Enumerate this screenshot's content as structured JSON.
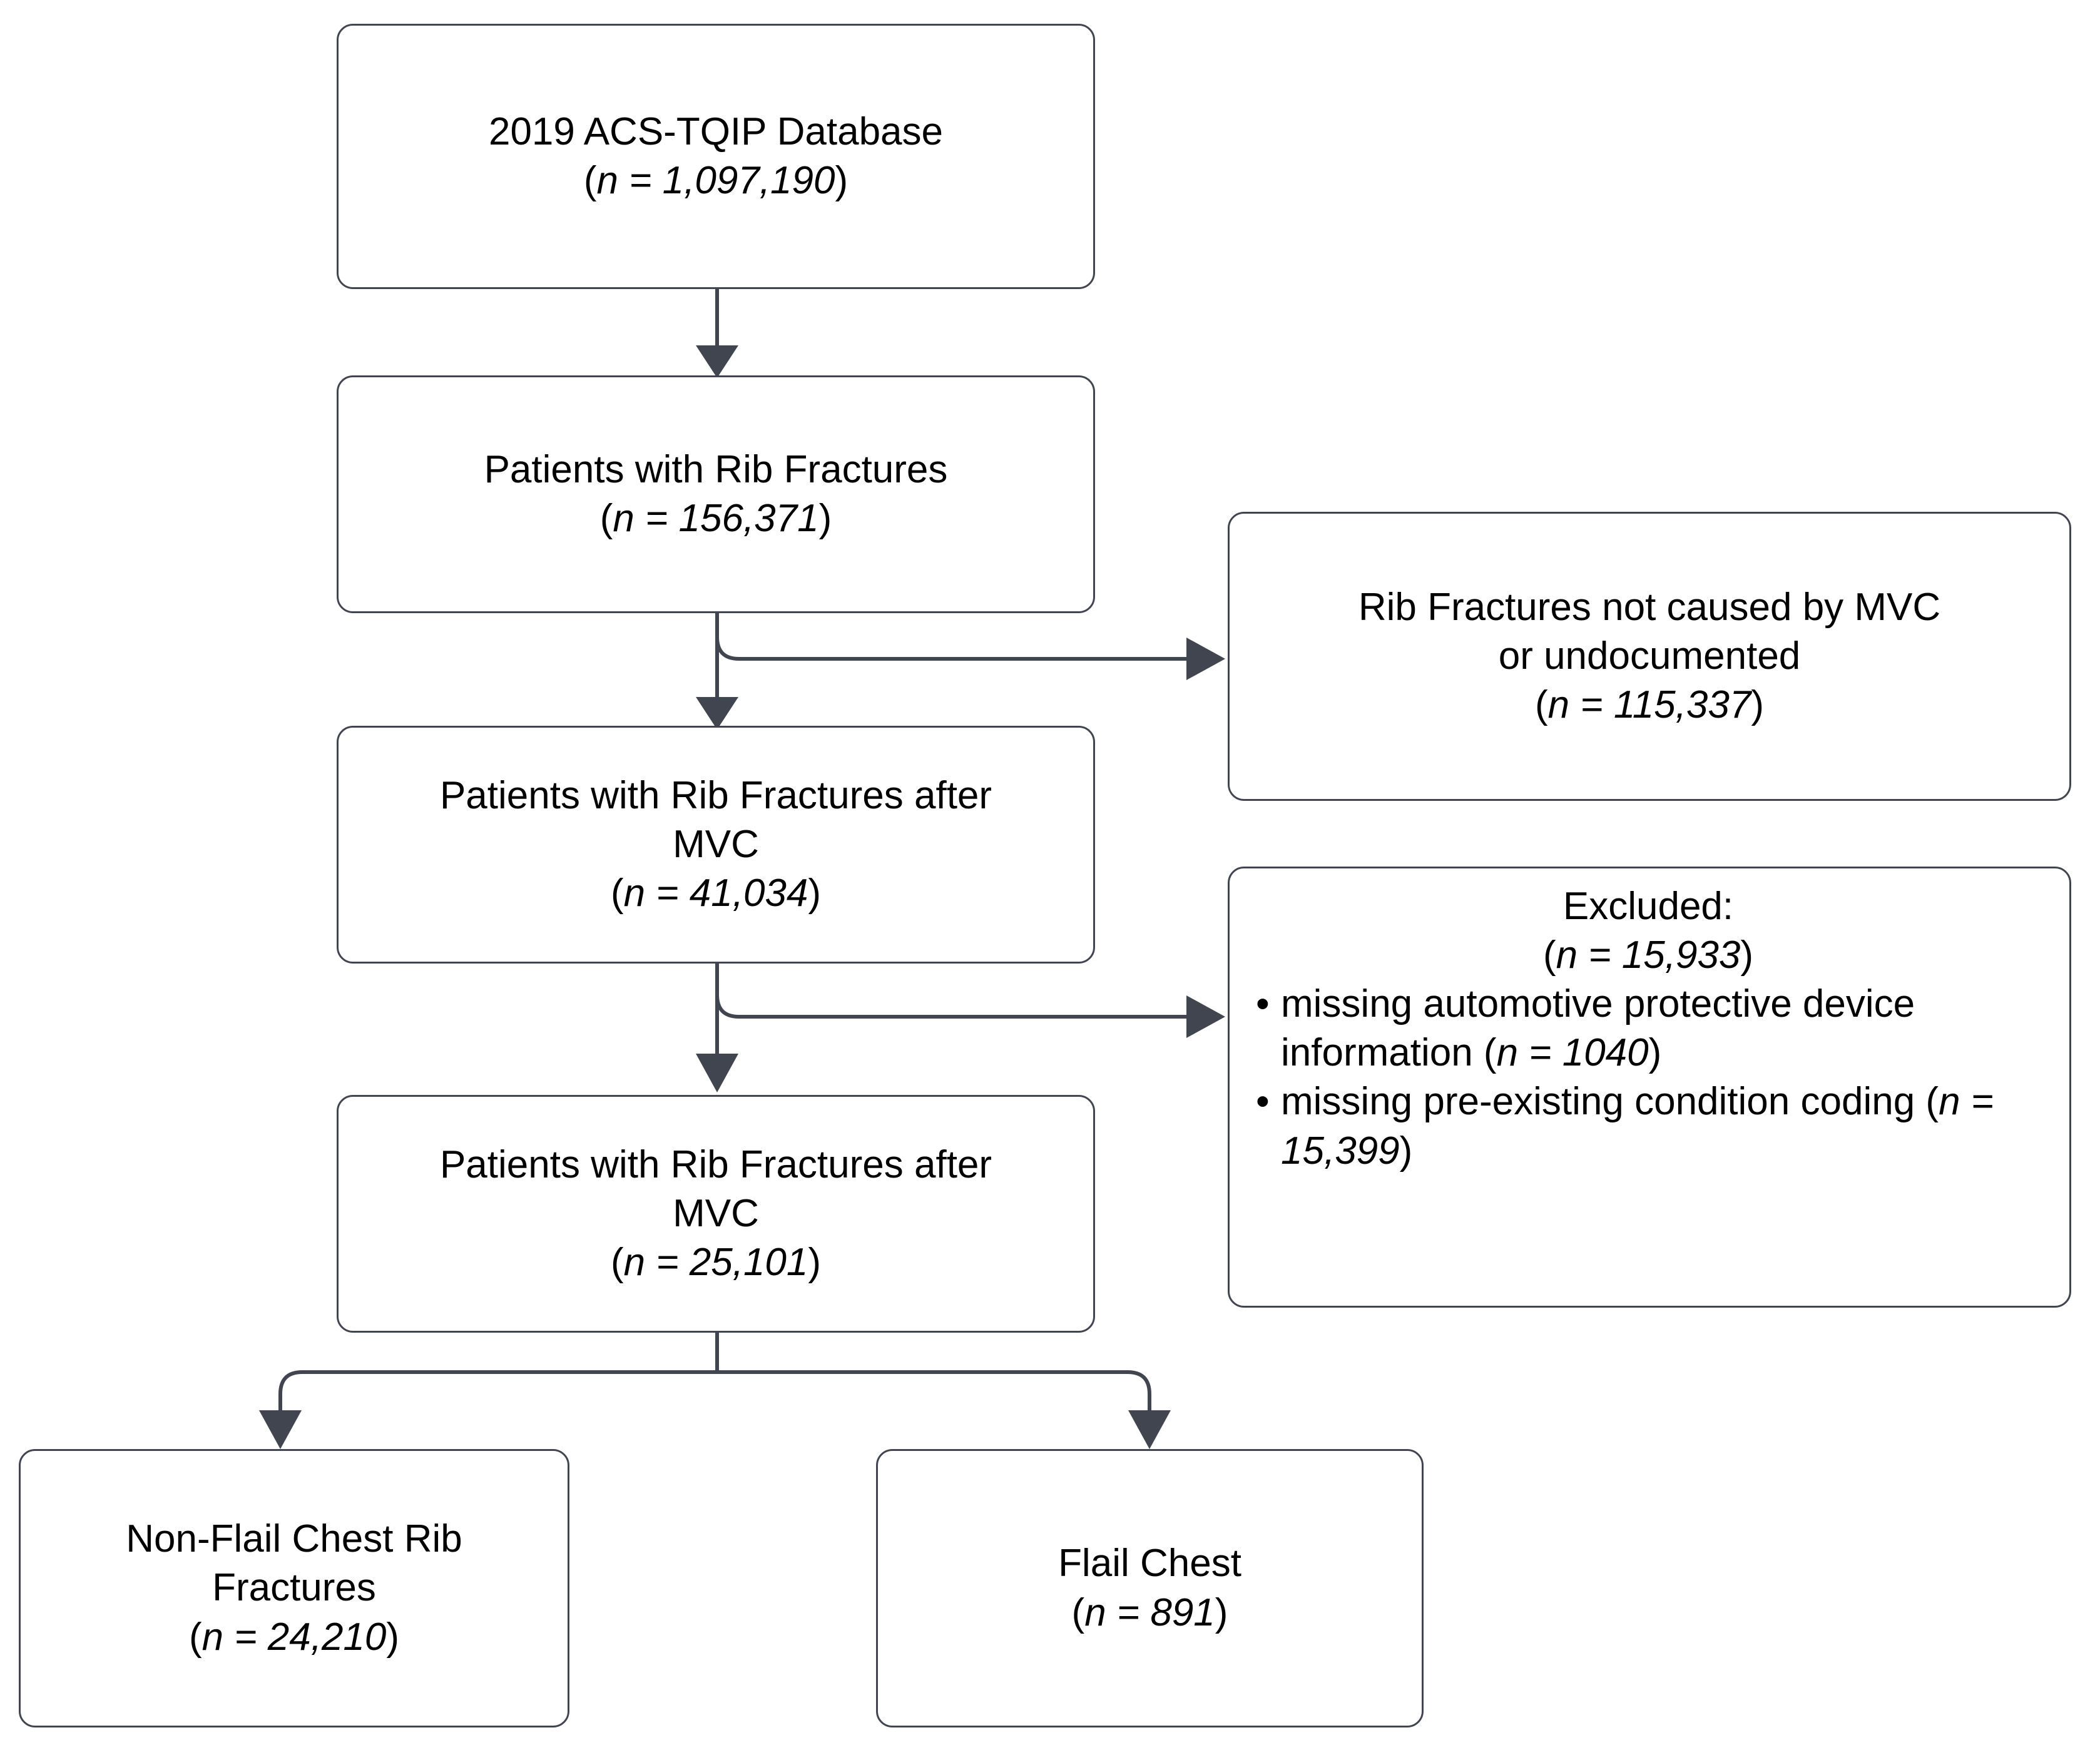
{
  "diagram": {
    "type": "flowchart",
    "title": "Patient selection flow diagram",
    "colors": {
      "box_border": "#40454f",
      "box_fill": "#ffffff",
      "connector": "#40454f",
      "text": "#000000",
      "background": "#ffffff"
    },
    "nodes": {
      "database": {
        "line1": "2019 ACS-TQIP Database",
        "n_open": "(",
        "n_symbol": "n",
        "n_eq": " = 1,097,190",
        "n_close": ")"
      },
      "rib_fractures": {
        "line1": "Patients with Rib Fractures",
        "n_open": "(",
        "n_symbol": "n",
        "n_eq": " = 156,371",
        "n_close": ")"
      },
      "not_mvc": {
        "line1": "Rib Fractures not caused by MVC",
        "line2": "or undocumented",
        "n_open": "(",
        "n_symbol": "n",
        "n_eq": " = 115,337",
        "n_close": ")"
      },
      "after_mvc": {
        "line1": "Patients with Rib Fractures after",
        "line2": "MVC",
        "n_open": "(",
        "n_symbol": "n",
        "n_eq": " = 41,034",
        "n_close": ")"
      },
      "excluded": {
        "heading": "Excluded:",
        "n_open": "(",
        "n_symbol": "n",
        "n_eq": " = 15,933",
        "n_close": ")",
        "bullet_glyph": "•",
        "items": [
          {
            "text": "missing automotive protective device information (",
            "n_symbol": "n",
            "n_eq": " = 1040",
            "n_close": ")"
          },
          {
            "text": "missing pre-existing condition coding (",
            "n_symbol": "n",
            "n_eq": " = 15,399",
            "n_close": ")"
          }
        ]
      },
      "after_mvc_final": {
        "line1": "Patients with Rib Fractures after",
        "line2": "MVC",
        "n_open": "(",
        "n_symbol": "n",
        "n_eq": " = 25,101",
        "n_close": ")"
      },
      "non_flail": {
        "line1": "Non-Flail Chest Rib",
        "line2": "Fractures",
        "n_open": "(",
        "n_symbol": "n",
        "n_eq": " = 24,210",
        "n_close": ")"
      },
      "flail": {
        "line1": "Flail Chest",
        "n_open": "(",
        "n_symbol": "n",
        "n_eq": " = 891",
        "n_close": ")"
      }
    }
  }
}
